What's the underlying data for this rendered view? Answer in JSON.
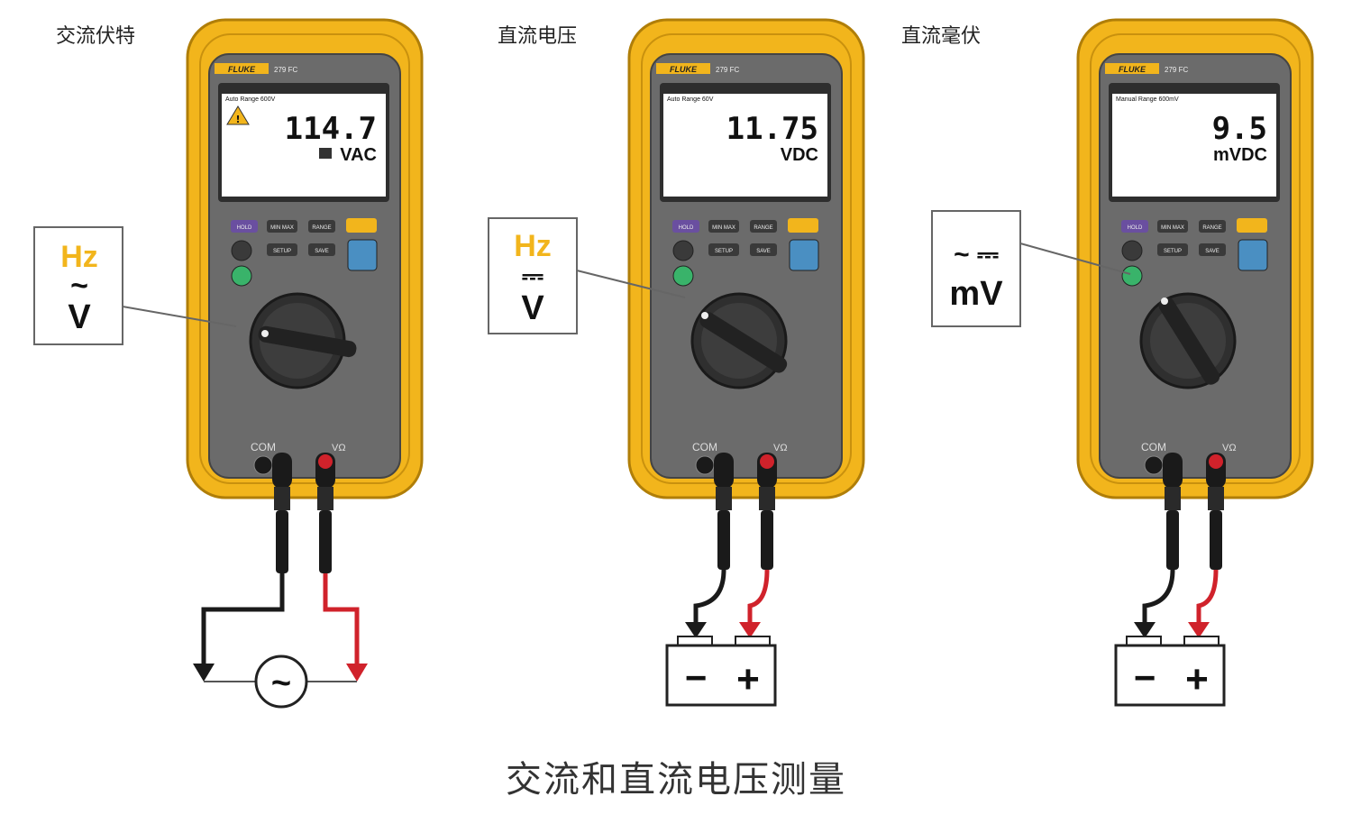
{
  "panels": [
    {
      "title": "交流伏特",
      "meter": {
        "brand": "FLUKE",
        "model": "279 FC",
        "range_text": "Auto Range 600V",
        "reading": "114.7",
        "unit": "VAC",
        "warning": true,
        "buttons": [
          "HOLD",
          "MIN MAX",
          "RANGE",
          "",
          "SETUP",
          "SAVE"
        ]
      },
      "callout": {
        "hz": "Hz",
        "symbol": "~",
        "unit": "V"
      },
      "circuit": "ac-source",
      "source_symbol": "~"
    },
    {
      "title": "直流电压",
      "meter": {
        "brand": "FLUKE",
        "model": "279 FC",
        "range_text": "Auto Range 60V",
        "reading": "11.75",
        "unit": "VDC",
        "warning": false,
        "buttons": [
          "HOLD",
          "MIN MAX",
          "RANGE",
          "",
          "SETUP",
          "SAVE"
        ]
      },
      "callout": {
        "hz": "Hz",
        "symbol": "⎓",
        "unit": "V"
      },
      "circuit": "battery",
      "battery_minus": "−",
      "battery_plus": "+"
    },
    {
      "title": "直流毫伏",
      "meter": {
        "brand": "FLUKE",
        "model": "279 FC",
        "range_text": "Manual Range 600mV",
        "reading": "9.5",
        "unit": "mVDC",
        "warning": false,
        "buttons": [
          "HOLD",
          "MIN MAX",
          "RANGE",
          "",
          "SETUP",
          "SAVE"
        ]
      },
      "callout": {
        "hz": "",
        "symbol": "~ ⎓",
        "unit": "mV"
      },
      "circuit": "battery",
      "battery_minus": "−",
      "battery_plus": "+"
    }
  ],
  "jacks": {
    "com": "COM",
    "volt": "VΩ"
  },
  "caption": "交流和直流电压测量",
  "colors": {
    "holster": "#f2b51c",
    "body": "#6b6b6b",
    "lead_black": "#1a1a1a",
    "lead_red": "#d0222b",
    "hz": "#f2b51c"
  }
}
